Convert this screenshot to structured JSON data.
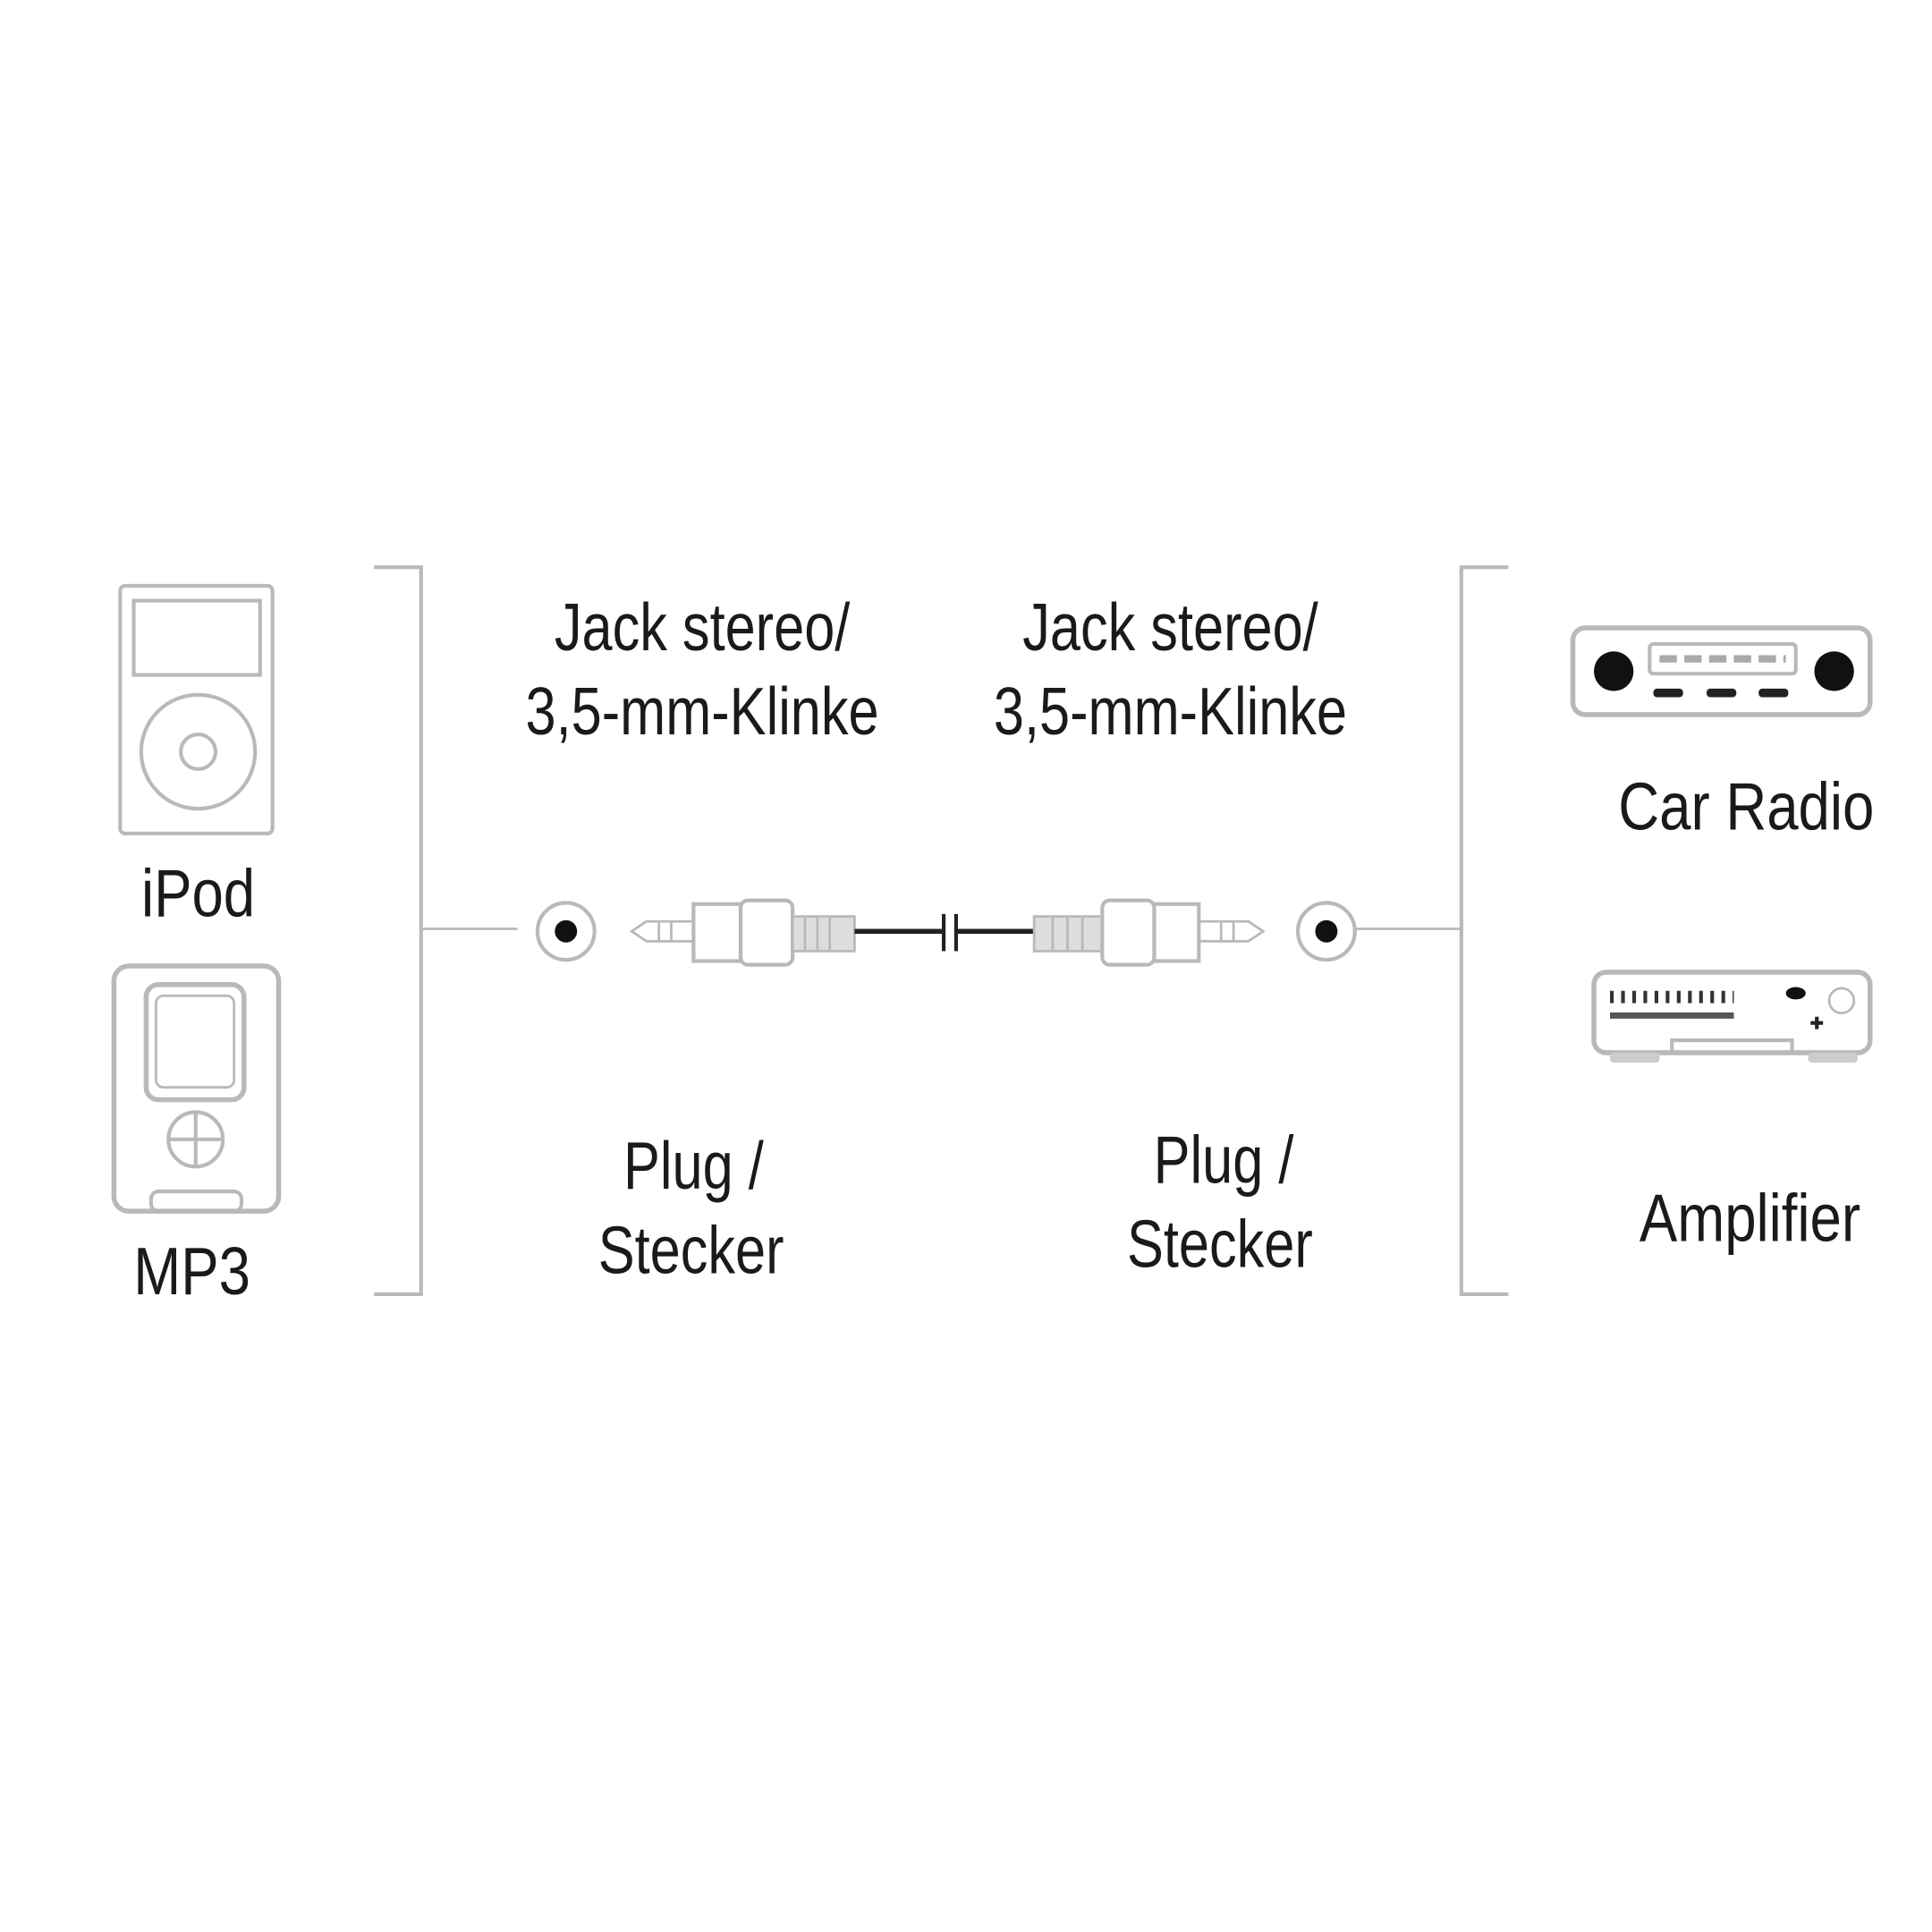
{
  "left_devices": [
    {
      "label": "iPod",
      "icon": "ipod-icon"
    },
    {
      "label": "MP3",
      "icon": "mp3-player-icon"
    }
  ],
  "right_devices": [
    {
      "label": "Car Radio",
      "icon": "car-radio-icon"
    },
    {
      "label": "Amplifier",
      "icon": "amplifier-icon"
    }
  ],
  "connectors": [
    {
      "type_line1": "Jack stereo/",
      "type_line2": "3,5-mm-Klinke",
      "kind_line1": "Plug /",
      "kind_line2": "Stecker"
    },
    {
      "type_line1": "Jack stereo/",
      "type_line2": "3,5-mm-Klinke",
      "kind_line1": "Plug /",
      "kind_line2": "Stecker"
    }
  ],
  "colors": {
    "line": "#b9b9b9",
    "text": "#1a1a1a",
    "cable": "#222222"
  }
}
